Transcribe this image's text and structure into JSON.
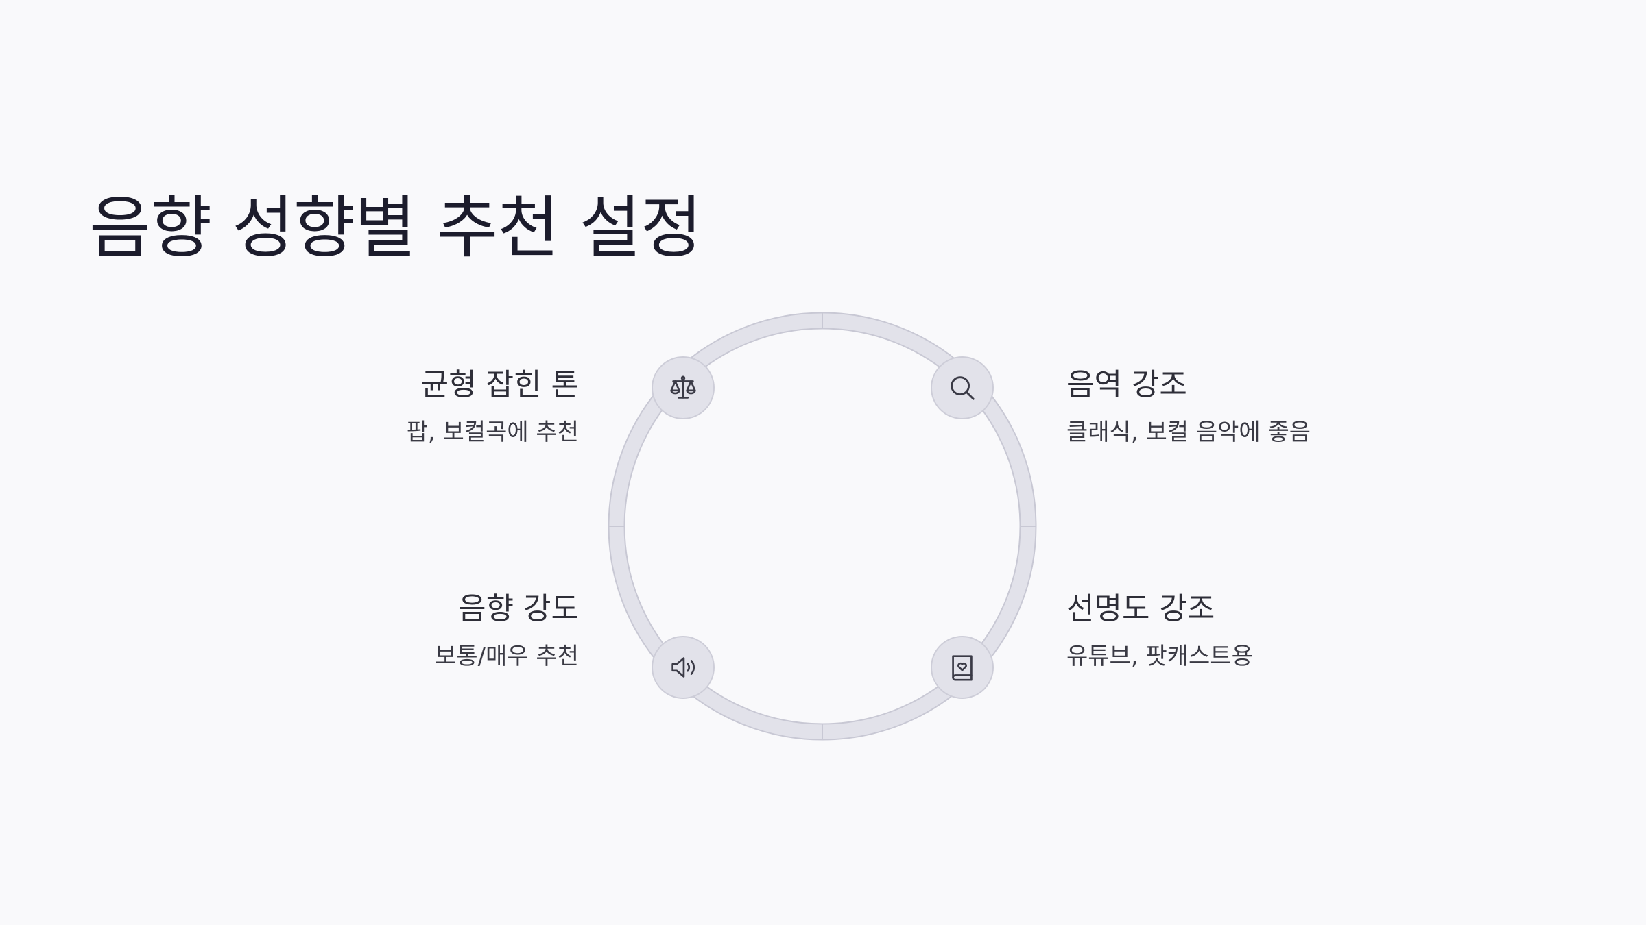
{
  "title": "음향 성향별 추천 설정",
  "colors": {
    "background": "#f9f9fb",
    "ring": "#e2e2ea",
    "ring_border": "#c8c8d4",
    "text": "#262630"
  },
  "items": [
    {
      "heading": "균형 잡힌 톤",
      "description": "팝, 보컬곡에 추천",
      "icon": "scale-icon",
      "position": "top-left"
    },
    {
      "heading": "음역 강조",
      "description": "클래식, 보컬 음악에 좋음",
      "icon": "search-icon",
      "position": "top-right"
    },
    {
      "heading": "음향 강도",
      "description": "보통/매우 추천",
      "icon": "speaker-icon",
      "position": "bottom-left"
    },
    {
      "heading": "선명도 강조",
      "description": "유튜브, 팟캐스트용",
      "icon": "heart-book-icon",
      "position": "bottom-right"
    }
  ]
}
